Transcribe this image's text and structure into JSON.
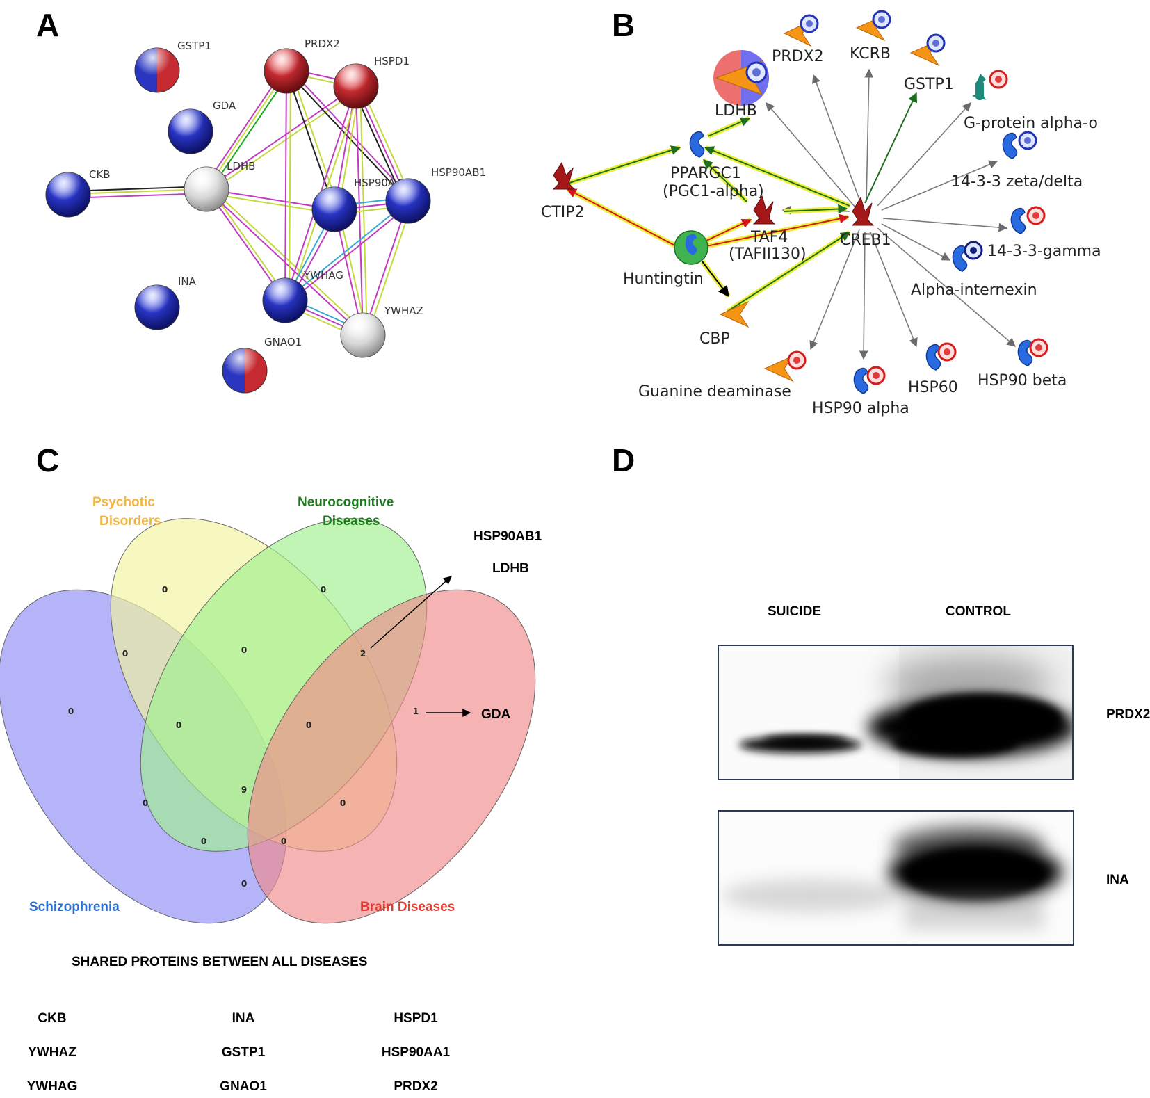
{
  "panels": {
    "a": "A",
    "b": "B",
    "c": "C",
    "d": "D"
  },
  "panel_a": {
    "nodes": {
      "gstp1": "GSTP1",
      "prdx2": "PRDX2",
      "hspd1": "HSPD1",
      "gda": "GDA",
      "ckb": "CKB",
      "ldhb": "LDHB",
      "hsp90aa1": "HSP90AA1",
      "hsp90ab1": "HSP90AB1",
      "ina": "INA",
      "ywhag": "YWHAG",
      "ywhaz": "YWHAZ",
      "gnao1": "GNAO1"
    }
  },
  "panel_b": {
    "nodes": {
      "prdx2": "PRDX2",
      "kcrb": "KCRB",
      "gstp1": "GSTP1",
      "ldhb": "LDHB",
      "gprotein": "G-protein alpha-o",
      "zeta": "14-3-3 zeta/delta",
      "ppargc1": "PPARGC1",
      "pgc1": "(PGC1-alpha)",
      "ctip2": "CTIP2",
      "taf4": "TAF4",
      "tafii130": "(TAFII130)",
      "creb1": "CREB1",
      "gamma": "14-3-3-gamma",
      "huntingtin": "Huntingtin",
      "internexin": "Alpha-internexin",
      "cbp": "CBP",
      "guanine": "Guanine deaminase",
      "hsp90alpha": "HSP90 alpha",
      "hsp60": "HSP60",
      "hsp90beta": "HSP90 beta"
    }
  },
  "panel_c": {
    "sets": {
      "psychotic_1": "Psychotic",
      "psychotic_2": "Disorders",
      "neuro_1": "Neurocognitive",
      "neuro_2": "Diseases",
      "schizophrenia": "Schizophrenia",
      "brain": "Brain Diseases"
    },
    "counts": {
      "y_only": "0",
      "g_only": "0",
      "b_y": "0",
      "y_g": "0",
      "g_r": "2",
      "b_only": "0",
      "b_y_g": "0",
      "y_g_r": "0",
      "r_only": "1",
      "b_g": "0",
      "all": "9",
      "y_r": "0",
      "b_g_r": "0",
      "b_y_r": "0",
      "b_r": "0"
    },
    "annotations": {
      "g_r_1": "HSP90AB1",
      "g_r_2": "LDHB",
      "r_only": "GDA"
    },
    "shared_title": "SHARED PROTEINS BETWEEN ALL DISEASES",
    "shared": [
      [
        "CKB",
        "INA",
        "HSPD1"
      ],
      [
        "YWHAZ",
        "GSTP1",
        "HSP90AA1"
      ],
      [
        "YWHAG",
        "GNAO1",
        "PRDX2"
      ]
    ]
  },
  "panel_d": {
    "lanes": {
      "suicide": "SUICIDE",
      "control": "CONTROL"
    },
    "blots": {
      "top": "PRDX2",
      "bottom": "INA"
    }
  },
  "colors": {
    "string_blue": "#1f2aa8",
    "string_red": "#c0282e",
    "venn_blue": "#8d8cf4",
    "venn_yellow": "#f3f59c",
    "venn_green": "#9ef08d",
    "venn_red": "#f08a8a",
    "mc_orange": "#f59415",
    "mc_red": "#a51818"
  }
}
